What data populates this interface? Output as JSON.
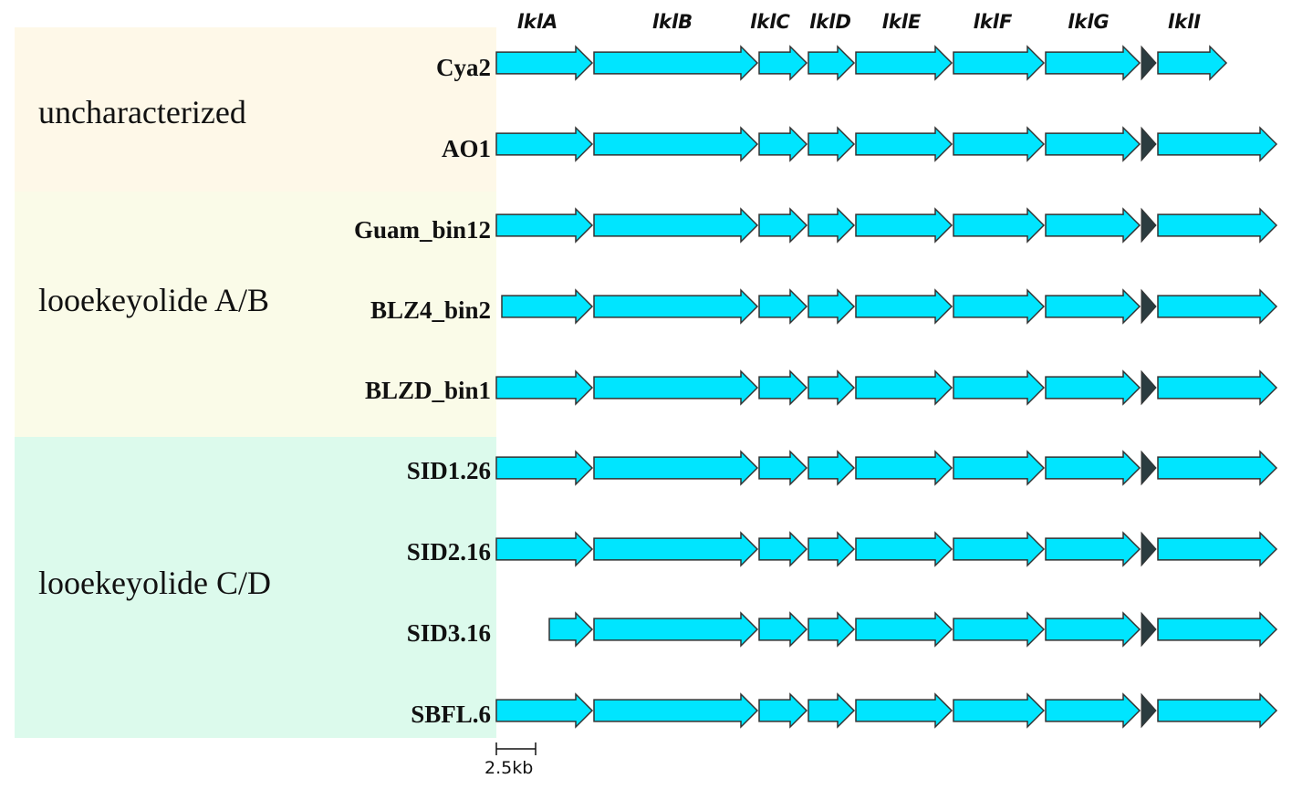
{
  "genes": [
    "lklA",
    "lklB",
    "lklC",
    "lklD",
    "lklE",
    "lklF",
    "lklG",
    "lklI"
  ],
  "groups": [
    {
      "label": "uncharacterized",
      "color": "#fef8e8"
    },
    {
      "label": "looekeyolide A/B",
      "color": "#fafbe8"
    },
    {
      "label": "looekeyolide C/D",
      "color": "#dcfaec"
    }
  ],
  "strains": [
    "Cya2",
    "AO1",
    "Guam_bin12",
    "BLZ4_bin2",
    "BLZD_bin1",
    "SID1.26",
    "SID2.16",
    "SID3.16",
    "SBFL.6"
  ],
  "scale_bar_label": "2.5kb",
  "colors": {
    "gene_fill": "#00e5ff",
    "gene_stroke": "#333333",
    "small_gene_fill": "#2b3c40"
  }
}
